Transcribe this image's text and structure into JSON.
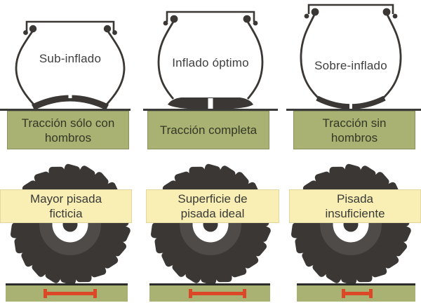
{
  "columns": [
    {
      "id": "sub-inflado",
      "tire_label": "Sub-inflado",
      "traction_label": "Tracción sólo con hombros",
      "footprint_label": "Mayor pisada ficticia"
    },
    {
      "id": "inflado-optimo",
      "tire_label": "Inflado óptimo",
      "traction_label": "Tracción completa",
      "footprint_label": "Superficie de pisada ideal"
    },
    {
      "id": "sobre-inflado",
      "tire_label": "Sobre-inflado",
      "traction_label": "Tracción sin hombros",
      "footprint_label": "Pisada insuficiente"
    }
  ],
  "colors": {
    "ground_green": "#a9b173",
    "label_yellow": "#f9efb4",
    "marker_red": "#dc4728",
    "tire_dark": "#3a3734",
    "wheel_inner_ring": "#4f4b48",
    "ground_line": "#3b3b39",
    "traction_text": "#333826",
    "label_text": "#3a3a38"
  }
}
